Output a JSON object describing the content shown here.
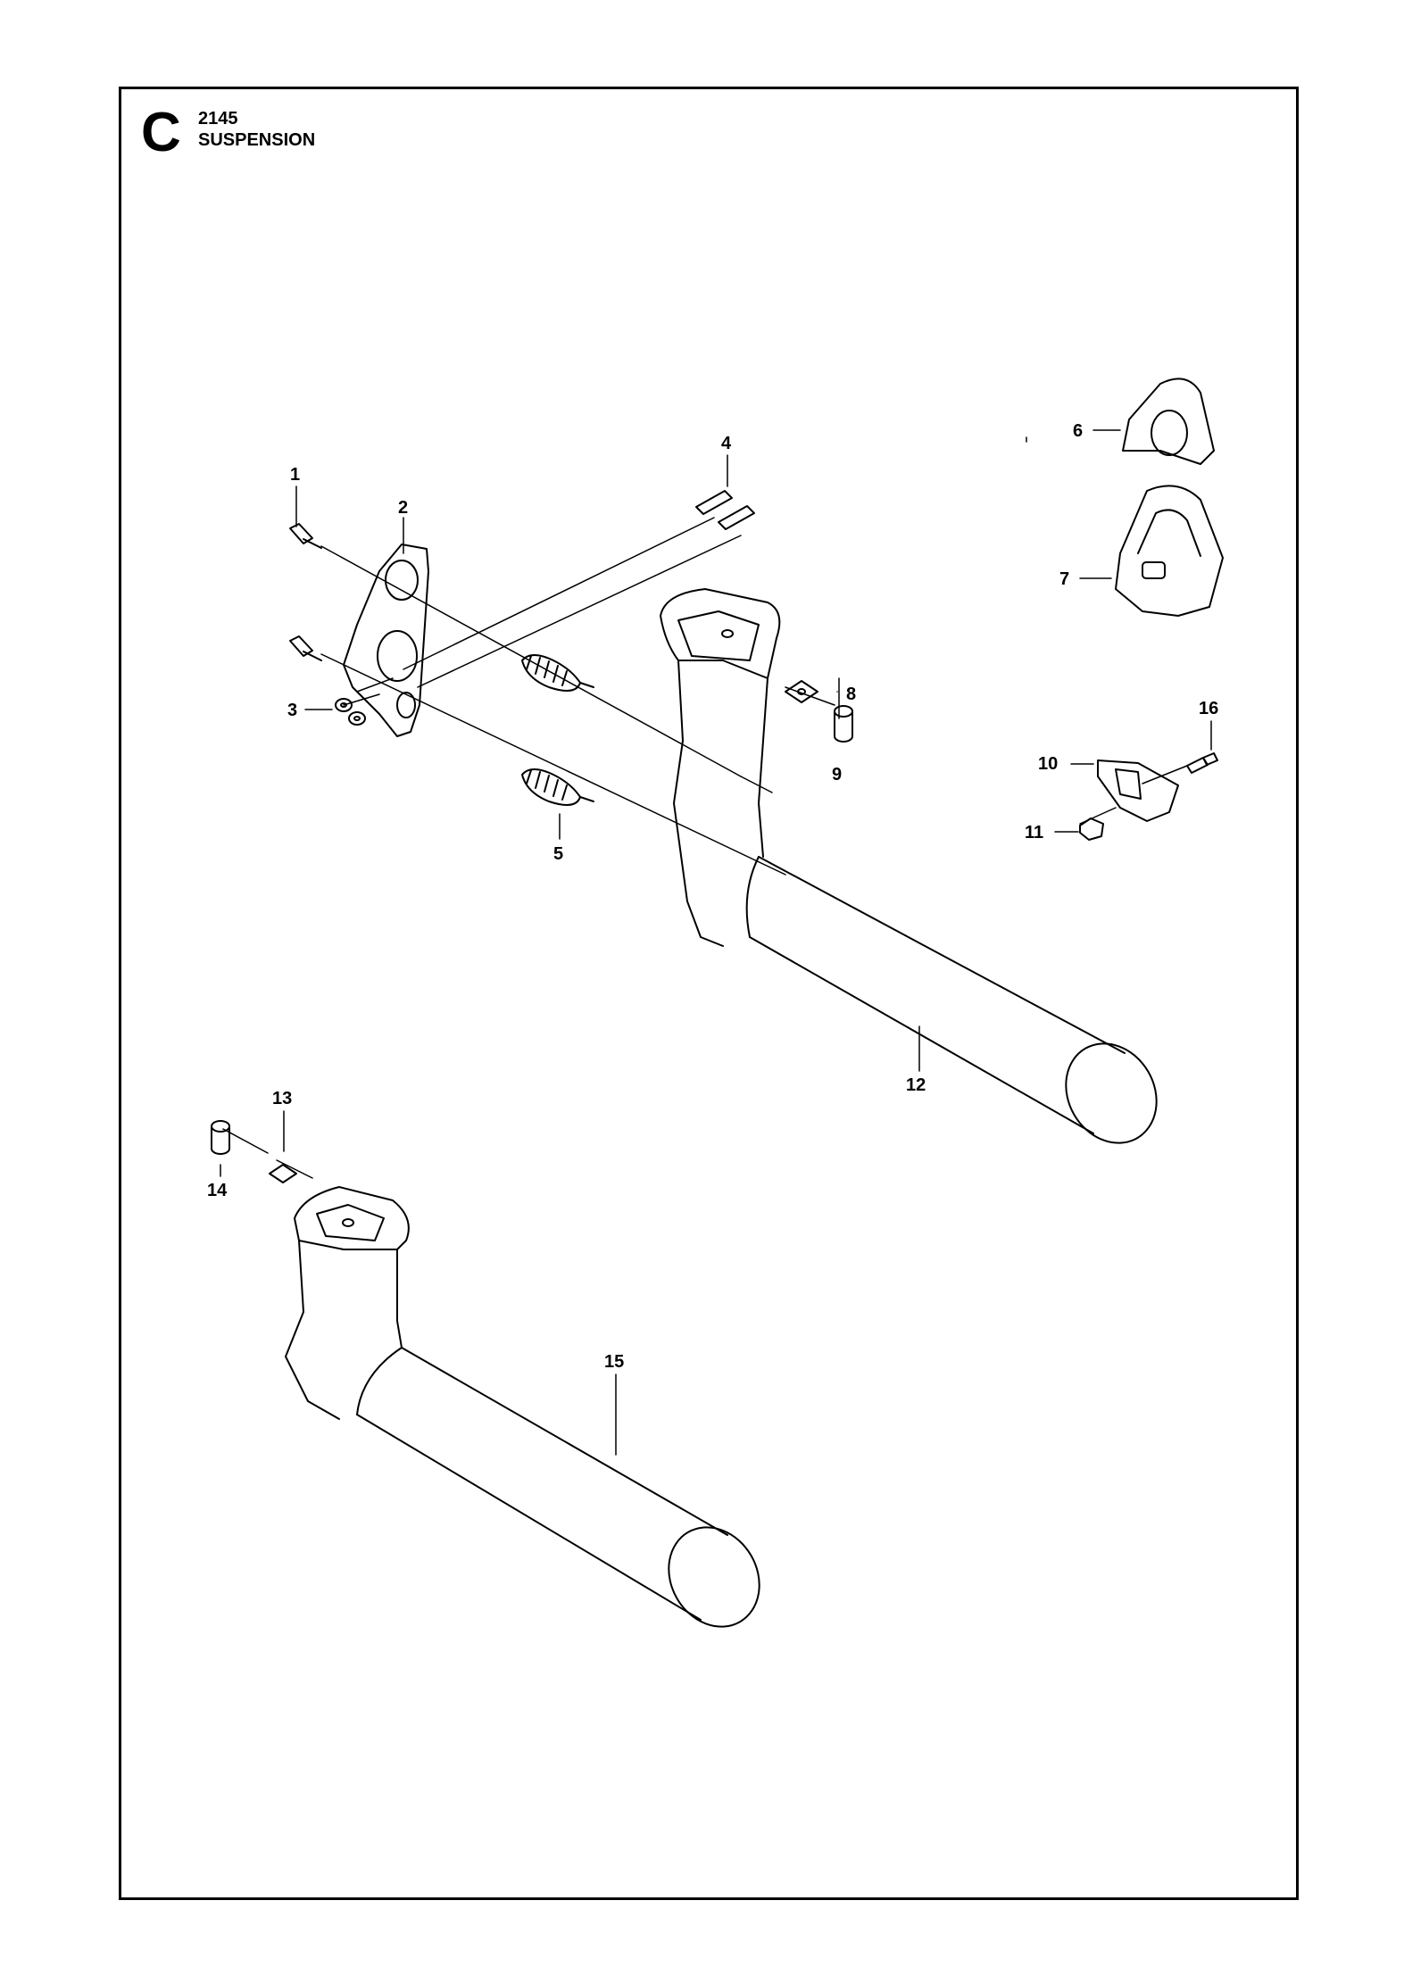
{
  "header": {
    "section_letter": "C",
    "section_number": "2145",
    "section_title": "SUSPENSION"
  },
  "callouts": {
    "c1": "1",
    "c2": "2",
    "c3": "3",
    "c4": "4",
    "c5": "5",
    "c6": "6",
    "c7": "7",
    "c8": "8",
    "c9": "9",
    "c10": "10",
    "c11": "11",
    "c12": "12",
    "c13": "13",
    "c14": "14",
    "c15": "15",
    "c16": "16"
  },
  "colors": {
    "line": "#000000",
    "background": "#ffffff"
  }
}
